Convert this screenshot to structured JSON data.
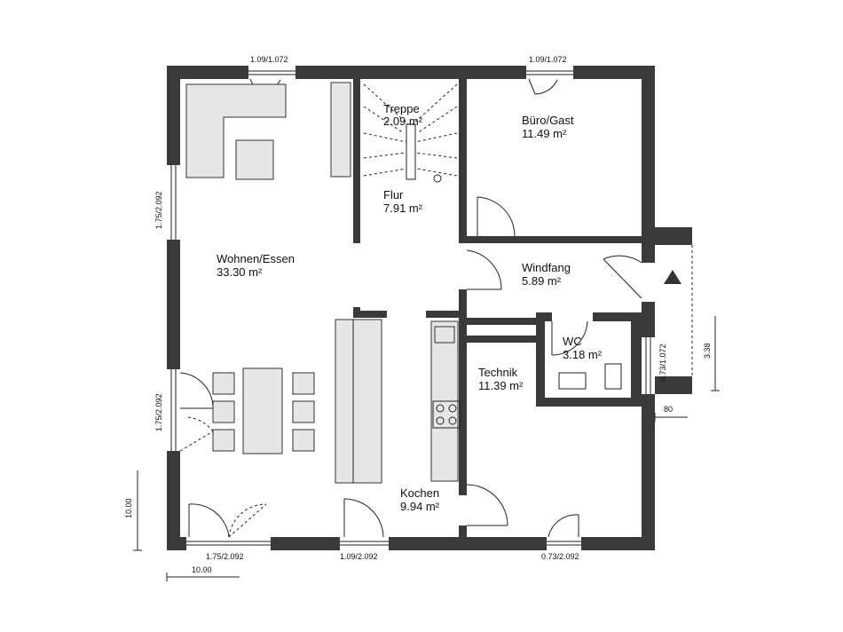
{
  "rooms": {
    "wohnen": {
      "name": "Wohnen/Essen",
      "area": "33.30 m²"
    },
    "treppe": {
      "name": "Treppe",
      "area": "2.09 m²"
    },
    "buero": {
      "name": "Büro/Gast",
      "area": "11.49 m²"
    },
    "flur": {
      "name": "Flur",
      "area": "7.91 m²"
    },
    "windfang": {
      "name": "Windfang",
      "area": "5.89 m²"
    },
    "wc": {
      "name": "WC",
      "area": "3.18 m²"
    },
    "technik": {
      "name": "Technik",
      "area": "11.39 m²"
    },
    "kochen": {
      "name": "Kochen",
      "area": "9.94 m²"
    }
  },
  "openings": {
    "top_left": "1.09/1.072",
    "top_right": "1.09/1.072",
    "left_upper": "1.75/2.092",
    "left_lower": "1.75/2.092",
    "bottom_left": "1.75/2.092",
    "bottom_middle": "1.09/2.092",
    "bottom_right": "0.73/2.092",
    "right_small": "0.73/1.072"
  },
  "dimensions": {
    "total_width": "10.00",
    "total_height": "10.00",
    "porch_depth": "3.38",
    "porch_offset": "80"
  }
}
